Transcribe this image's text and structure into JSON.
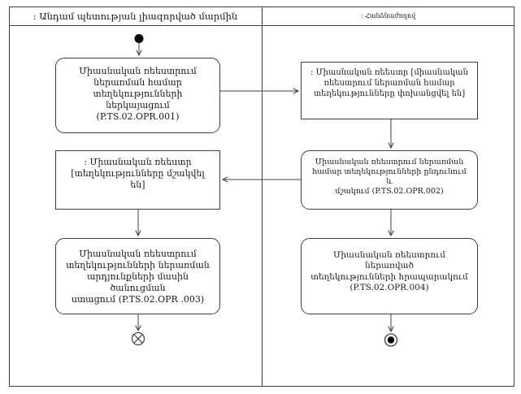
{
  "diagram": {
    "type": "uml-activity-diagram",
    "lanes": [
      {
        "label": ": Անդամ պետության լիազորված մարմին"
      },
      {
        "label": ": Հանձնաժողով"
      }
    ],
    "nodes": {
      "submit_info": {
        "type": "action",
        "label": "Միասնական ռեեստրում\nներառման համար\nտեղեկությունների ներկայացում\n(P.TS.02.OPR.001)"
      },
      "register_transferred": {
        "type": "object",
        "label": ": Միասնական ռեեստր [միասնական\nռեեստրում ներառման համար\nտեղեկությունները փոխանցվել են]"
      },
      "receive_process": {
        "type": "action",
        "label": "Միասնական ռեեստրում ներառման\nհամար տեղեկությունների ընդունում և\nմշակում (P.TS.02.OPR.002)"
      },
      "register_processed": {
        "type": "object",
        "label": ": Միասնական ռեեստր\n[տեղեկությունները մշակվել են]"
      },
      "receive_notification": {
        "type": "action",
        "label": "Միասնական ռեեստրում\nտեղեկությունների ներառման\nարդյունքների մասին ծանուցման\nստացում (P.TS.02.OPR .003)"
      },
      "publish_info": {
        "type": "action",
        "label": "Միասնական ռեեստրում ներառված\nտեղեկությունների հրապարակում\n(P.TS.02.OPR.004)"
      }
    },
    "symbols": {
      "initial_node": "filled-circle",
      "flow_final_node": "circle-with-x",
      "activity_final_node": "bullseye-circle"
    },
    "colors": {
      "line": "#3f3f3f",
      "background": "#ffffff",
      "text": "#1a1a1a"
    }
  }
}
